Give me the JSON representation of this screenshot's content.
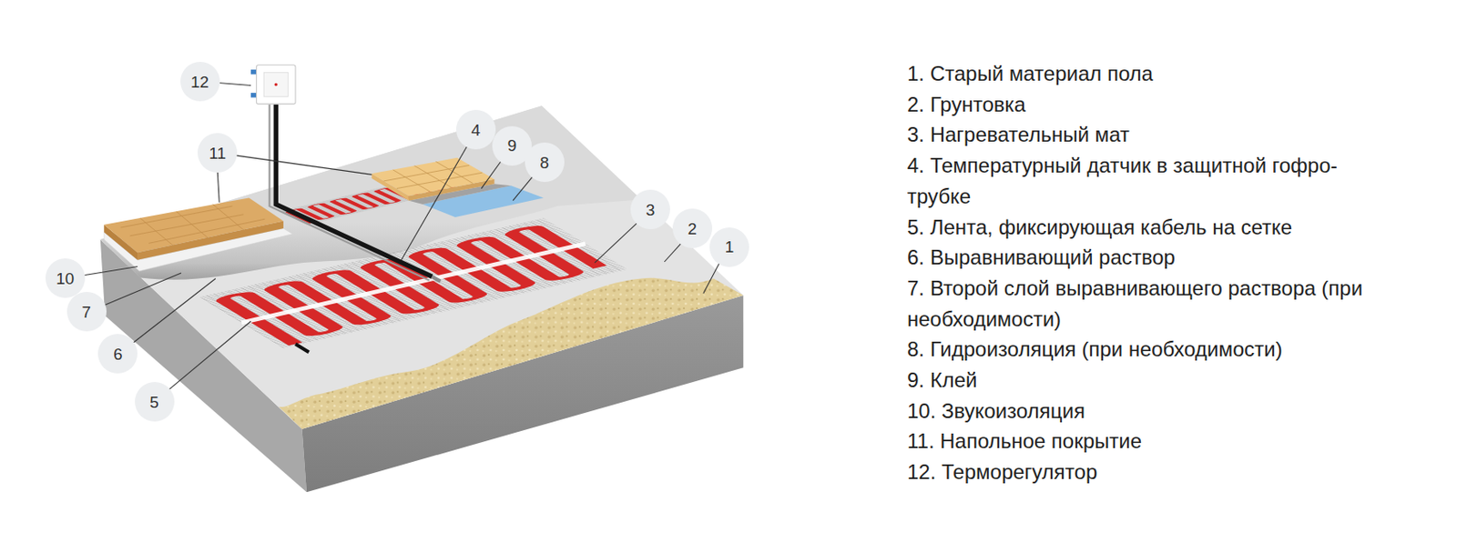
{
  "diagram": {
    "labels": [
      "12",
      "4",
      "11",
      "9",
      "8",
      "3",
      "2",
      "1",
      "10",
      "7",
      "6",
      "5",
      "1. Старый материал пола",
      "2. Грунтовка",
      "3. Нагревательный мат",
      "4. Температурный датчик в защитной гофро-трубке",
      "5. Лента, фиксирующая кабель на сетке",
      "6. Выравнивающий раствор",
      "7. Второй слой выравнивающего раствора (при необходимости)",
      "8. Гидроизоляция (при необходимости)",
      "9. Клей",
      "10. Звукоизоляция",
      "11. Напольное покрытие",
      "12. Терморегулятор"
    ]
  }
}
